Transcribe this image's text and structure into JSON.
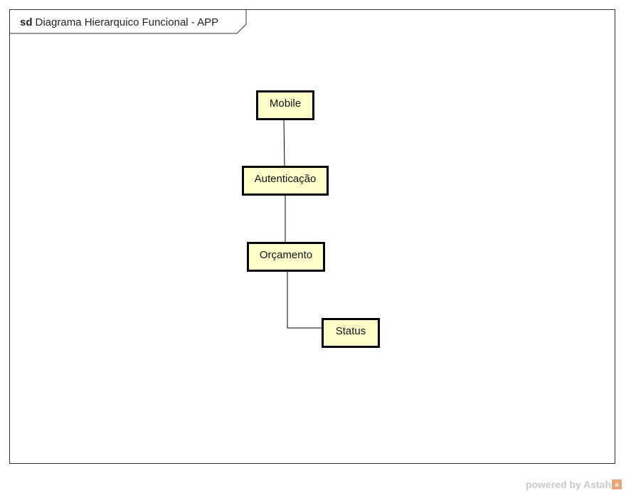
{
  "frame": {
    "keyword": "sd",
    "title": "Diagrama Hierarquico Funcional - APP"
  },
  "nodes": [
    {
      "id": "mobile",
      "label": "Mobile"
    },
    {
      "id": "autenticacao",
      "label": "Autenticação"
    },
    {
      "id": "orcamento",
      "label": "Orçamento"
    },
    {
      "id": "status",
      "label": "Status"
    }
  ],
  "edges": [
    {
      "from": "mobile",
      "to": "autenticacao"
    },
    {
      "from": "autenticacao",
      "to": "orcamento"
    },
    {
      "from": "orcamento",
      "to": "status"
    }
  ],
  "colors": {
    "node_fill": "#ffffcc",
    "node_border": "#000000",
    "frame_border": "#333333"
  },
  "watermark": {
    "text": "powered by Astah",
    "logo_text": "a"
  }
}
